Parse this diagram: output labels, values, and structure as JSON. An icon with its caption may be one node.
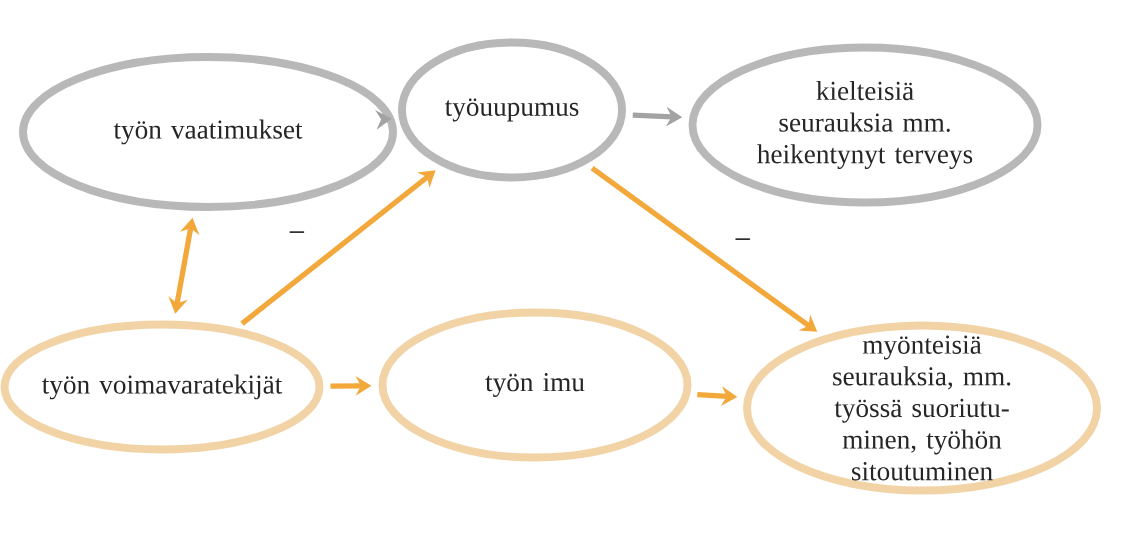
{
  "diagram": {
    "nodes": [
      {
        "text": [
          "työn vaatimukset"
        ]
      },
      {
        "text": [
          "työuupumus"
        ]
      },
      {
        "text": [
          "kielteisiä seurauksia mm. heikentynyt terveys"
        ]
      },
      {
        "text": [
          "työn voimavaratekijät"
        ]
      },
      {
        "text": [
          "työn imu"
        ]
      },
      {
        "text": [
          "myönteisiä seurauksia, mm. työssä suoriutu-minen, työhön sitoutuminen"
        ]
      }
    ],
    "edges": [
      {
        "from": 0,
        "to": 1,
        "arrow": "to",
        "color": "#a3a3a3"
      },
      {
        "from": 1,
        "to": 2,
        "arrow": "to",
        "color": "#a3a3a3"
      },
      {
        "from": 0,
        "to": 3,
        "arrow": "both"
      },
      {
        "from": 3,
        "to": 1,
        "arrow": "to",
        "label": "–"
      },
      {
        "from": 1,
        "to": 5,
        "arrow": "to",
        "label": "–"
      },
      {
        "from": 3,
        "to": 4,
        "arrow": "to"
      },
      {
        "from": 4,
        "to": 5,
        "arrow": "to"
      }
    ]
  }
}
